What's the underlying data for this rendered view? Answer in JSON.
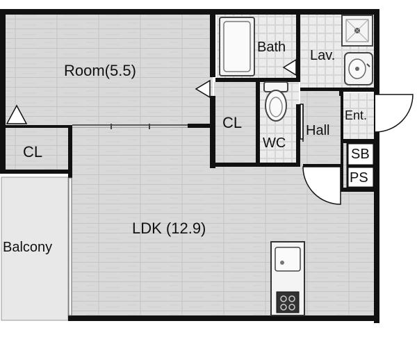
{
  "colors": {
    "wall": "#111111",
    "floor_wood": "#d9d9d9",
    "floor_grain": "#c6c6c6",
    "floor_tile": "#ececec",
    "balcony": "#e8e8e8",
    "fixture": "#f4f4f4"
  },
  "rooms": {
    "room": "Room(5.5)",
    "ldk": "LDK (12.9)",
    "bath": "Bath",
    "lav": "Lav.",
    "wc": "WC",
    "hall": "Hall",
    "ent": "Ent.",
    "sb": "SB",
    "ps": "PS",
    "cl_left": "CL",
    "cl_center": "CL",
    "balcony": "Balcony"
  },
  "icons": [
    "bathtub-icon",
    "toilet-icon",
    "washbasin-icon",
    "washing-machine-icon",
    "kitchen-sink-icon",
    "stove-icon",
    "door-swing-icon",
    "entry-arrow-icon"
  ]
}
